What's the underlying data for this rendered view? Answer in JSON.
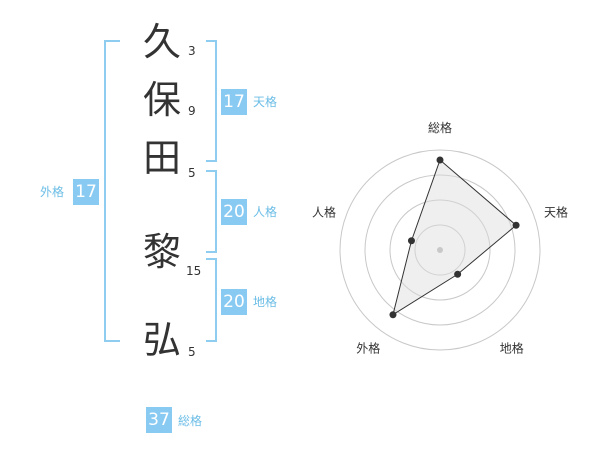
{
  "name_chars": [
    {
      "char": "久",
      "strokes": "3"
    },
    {
      "char": "保",
      "strokes": "9"
    },
    {
      "char": "田",
      "strokes": "5"
    },
    {
      "char": "黎",
      "strokes": "15"
    },
    {
      "char": "弘",
      "strokes": "5"
    }
  ],
  "kaku": {
    "tenkaku": {
      "value": "17",
      "label": "天格"
    },
    "jinkaku": {
      "value": "20",
      "label": "人格"
    },
    "chikaku": {
      "value": "20",
      "label": "地格"
    },
    "gaikaku": {
      "value": "17",
      "label": "外格"
    },
    "soukaku": {
      "value": "37",
      "label": "総格"
    }
  },
  "colors": {
    "accent": "#89caf3",
    "bracket": "#8fcdf0",
    "text": "#333333"
  },
  "chart_data": {
    "type": "radar",
    "axes": [
      "総格",
      "天格",
      "地格",
      "外格",
      "人格"
    ],
    "values": [
      0.9,
      0.8,
      0.3,
      0.8,
      0.3
    ],
    "rmax": 1,
    "rings": 4
  }
}
